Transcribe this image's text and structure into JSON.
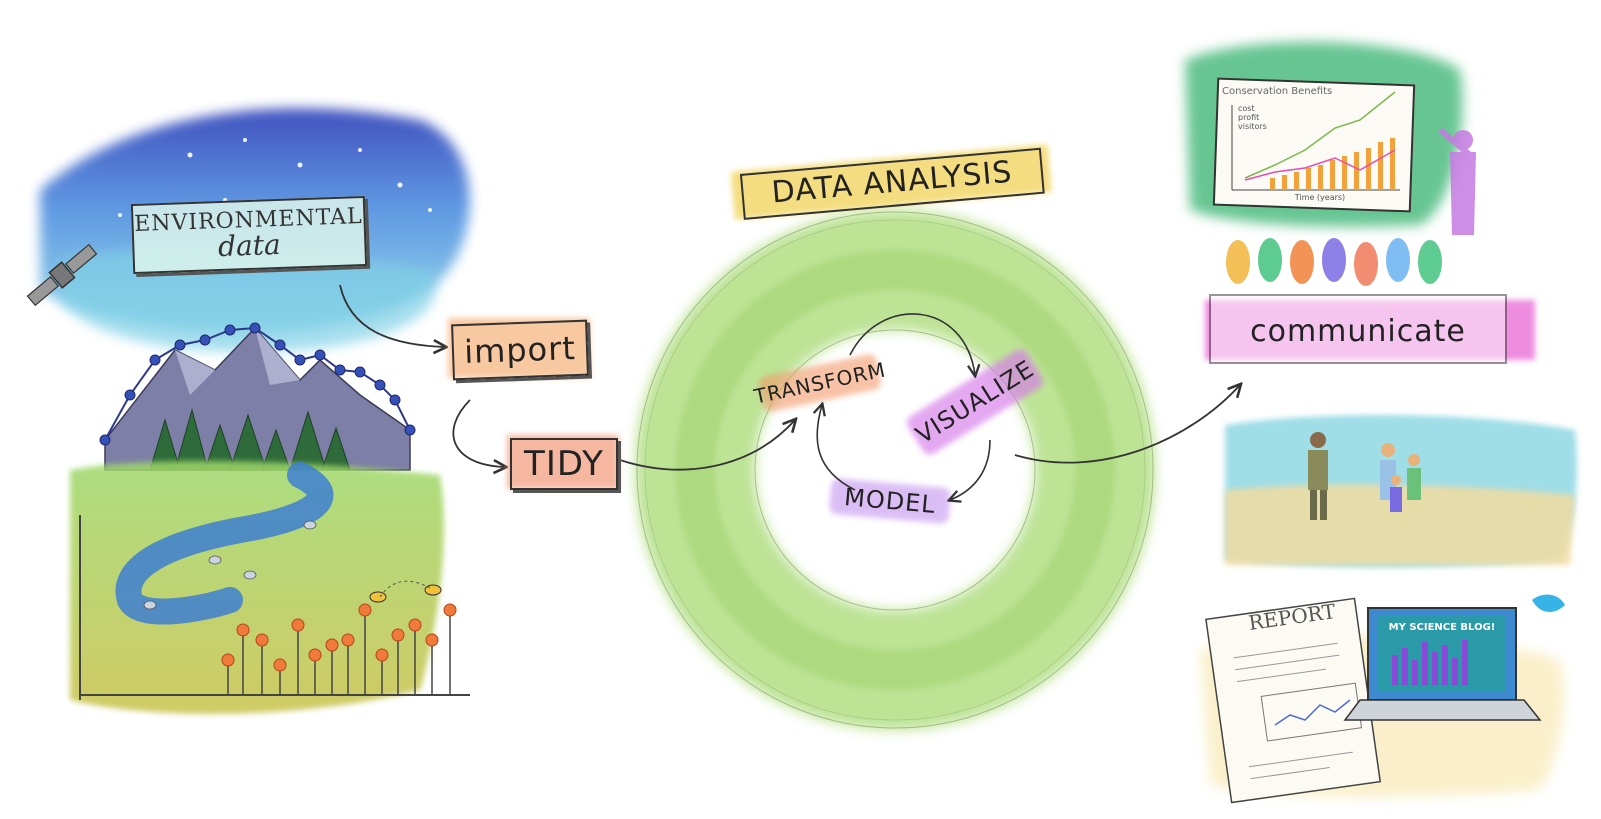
{
  "source": {
    "title_line1": "ENVIRONMENTAL",
    "title_line2": "data"
  },
  "steps": {
    "import": "import",
    "tidy": "TIDY"
  },
  "analysis": {
    "title": "DATA ANALYSIS",
    "transform": "TRANSFORM",
    "visualize": "VISUALIZE",
    "model": "MODEL"
  },
  "communicate": {
    "label": "communicate",
    "chart_title": "Conservation Benefits",
    "legend": [
      "cost",
      "profit",
      "visitors"
    ],
    "chart_xlabel": "Time (years)",
    "report_title": "REPORT",
    "blog_title": "MY SCIENCE BLOG!"
  },
  "colors": {
    "import": "#f6b27a",
    "tidy": "#f19a79",
    "transform": "#f29a6b",
    "visualize": "#d57ae8",
    "model": "#c89bf0",
    "communicate": "#ea6fd8",
    "title_band": "#f3d86a",
    "ring": "#a9d86e"
  }
}
